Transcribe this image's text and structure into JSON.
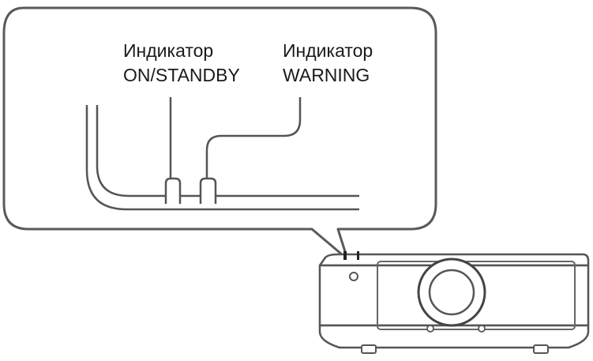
{
  "labels": {
    "on_standby": {
      "line1": "Индикатор",
      "line2": "ON/STANDBY"
    },
    "warning": {
      "line1": "Индикатор",
      "line2": "WARNING"
    }
  }
}
